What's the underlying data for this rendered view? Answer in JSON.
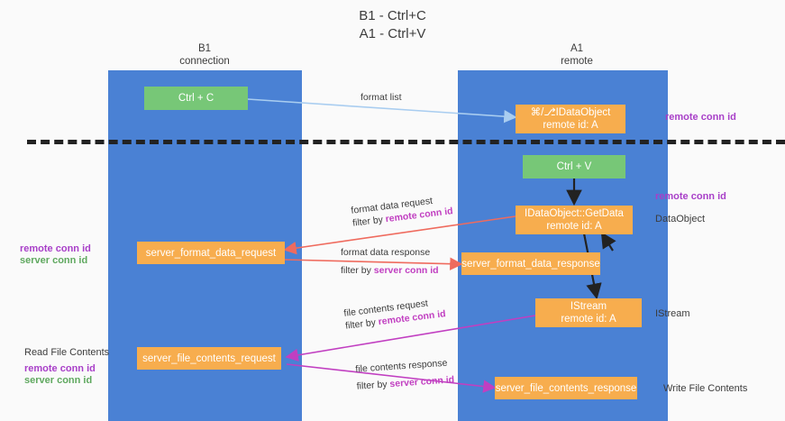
{
  "title": {
    "line1": "B1 - Ctrl+C",
    "line2": "A1 - Ctrl+V"
  },
  "lanes": [
    {
      "id": "b1",
      "name": "B1",
      "subtitle": "connection"
    },
    {
      "id": "a1",
      "name": "A1",
      "subtitle": "remote"
    }
  ],
  "nodes": {
    "ctrl_c": {
      "label": "Ctrl + C",
      "color": "#77c777"
    },
    "ctrl_v": {
      "label": "Ctrl + V",
      "color": "#77c777"
    },
    "idataobject_top": {
      "line1": "⌘/⎇IDataObject",
      "line2": "remote id: A",
      "color": "#f7ad4e"
    },
    "getdata": {
      "line1": "IDataObject::GetData",
      "line2": "remote id: A",
      "color": "#f7ad4e"
    },
    "istream": {
      "line1": "IStream",
      "line2": "remote id: A",
      "color": "#f7ad4e"
    },
    "server_format_data_request": {
      "label": "server_format_data_request",
      "color": "#f7ad4e"
    },
    "server_format_data_response": {
      "label": "server_format_data_response",
      "color": "#f7ad4e"
    },
    "server_file_contents_request": {
      "label": "server_file_contents_request",
      "color": "#f7ad4e"
    },
    "server_file_contents_response": {
      "label": "server_file_contents_response",
      "color": "#f7ad4e"
    }
  },
  "edge_labels": {
    "format_list": "format list",
    "format_data_request": "format data request",
    "format_data_request_filter_prefix": "filter by ",
    "format_data_request_filter_key": "remote conn id",
    "format_data_response": "format data response",
    "format_data_response_filter_prefix": "filter by ",
    "format_data_response_filter_key": "server conn id",
    "file_contents_request": "file contents request",
    "file_contents_request_filter_prefix": "filter by ",
    "file_contents_request_filter_key": "remote conn id",
    "file_contents_response": "file contents response",
    "file_contents_response_filter_prefix": "filter by ",
    "file_contents_response_filter_key": "server conn id"
  },
  "side_labels": {
    "right_remote_conn_id_top": "remote conn id",
    "right_remote_conn_id_mid": "remote conn id",
    "right_dataobject": "DataObject",
    "right_istream": "IStream",
    "right_write_file_contents": "Write File Contents",
    "left_remote_conn_id_mid": "remote conn id",
    "left_server_conn_id_mid": "server conn id",
    "left_read_file_contents": "Read File Contents",
    "left_remote_conn_id_bottom": "remote conn id",
    "left_server_conn_id_bottom": "server conn id"
  },
  "colors": {
    "lane": "#4a81d4",
    "node_green": "#77c777",
    "node_orange": "#f7ad4e",
    "accent_purple": "#a83fc8",
    "accent_green": "#5fa85f",
    "arrow_blue": "#a9cdf0",
    "arrow_red": "#ef6b5e",
    "arrow_magenta": "#c13fc1",
    "arrow_black": "#222222",
    "background": "#fafafa",
    "divider": "#222222"
  }
}
